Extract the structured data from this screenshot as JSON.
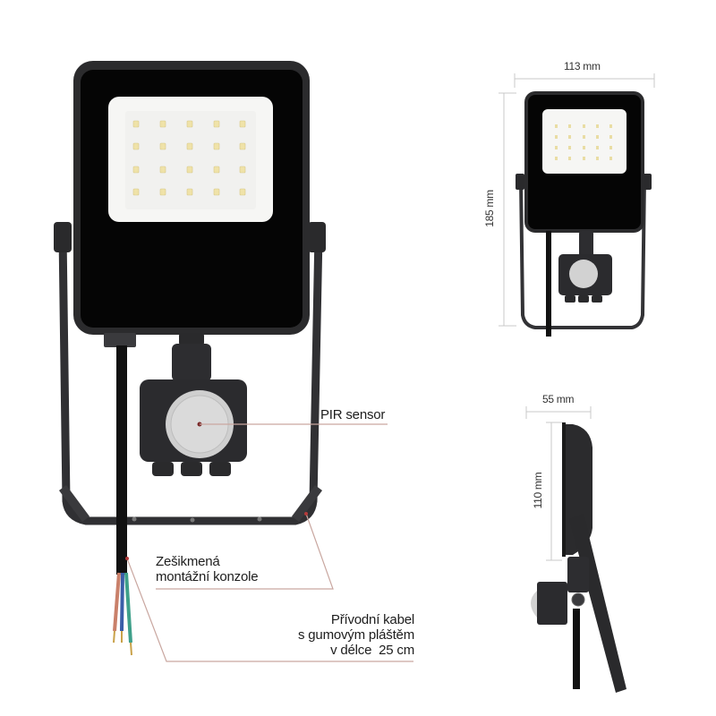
{
  "diagram": {
    "subject": "LED floodlight with PIR sensor",
    "colors": {
      "housing": "#2b2b2d",
      "front_panel": "#050505",
      "led_panel": "#f6f6f4",
      "led_chip": "#efe2a8",
      "callout_line": "#c9a7a0",
      "callout_dot": "#b53a3a",
      "dimension_line": "#c8c8c8",
      "wire_brown": "#c9806a",
      "wire_blue": "#3a5ea8",
      "wire_green": "#3fa08a"
    },
    "led_grid": {
      "rows": 4,
      "cols": 5
    },
    "callouts": [
      {
        "id": "pir",
        "lines": [
          "PIR sensor"
        ]
      },
      {
        "id": "bracket",
        "lines": [
          "Zešikmená",
          "montážní konzole"
        ]
      },
      {
        "id": "cable",
        "lines": [
          "Přívodní kabel",
          "s gumovým pláštěm",
          "v délce  25 cm"
        ]
      }
    ],
    "dimensions": {
      "front_width": "113 mm",
      "front_height": "185 mm",
      "side_depth": "55 mm",
      "side_height": "110 mm"
    }
  }
}
